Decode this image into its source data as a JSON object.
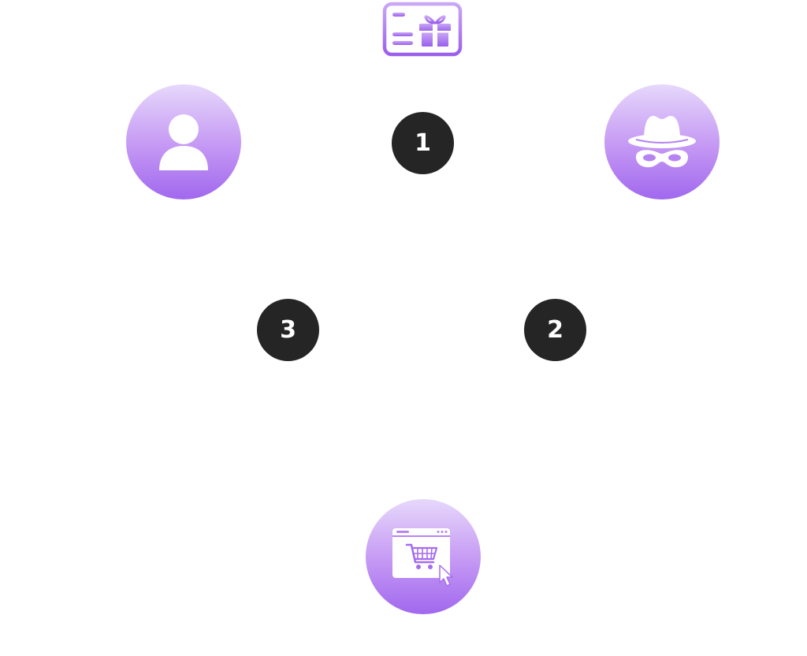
{
  "diagram": {
    "steps": [
      {
        "label": "1"
      },
      {
        "label": "2"
      },
      {
        "label": "3"
      }
    ],
    "icons": {
      "top": "gift-card-icon",
      "left": "user-icon",
      "right": "incognito-spy-icon",
      "bottom": "shopping-cart-browser-icon"
    },
    "colors": {
      "accent": "#a168ee",
      "accent_light": "#e6d8fb",
      "step_badge": "#252525",
      "step_text": "#ffffff"
    }
  }
}
